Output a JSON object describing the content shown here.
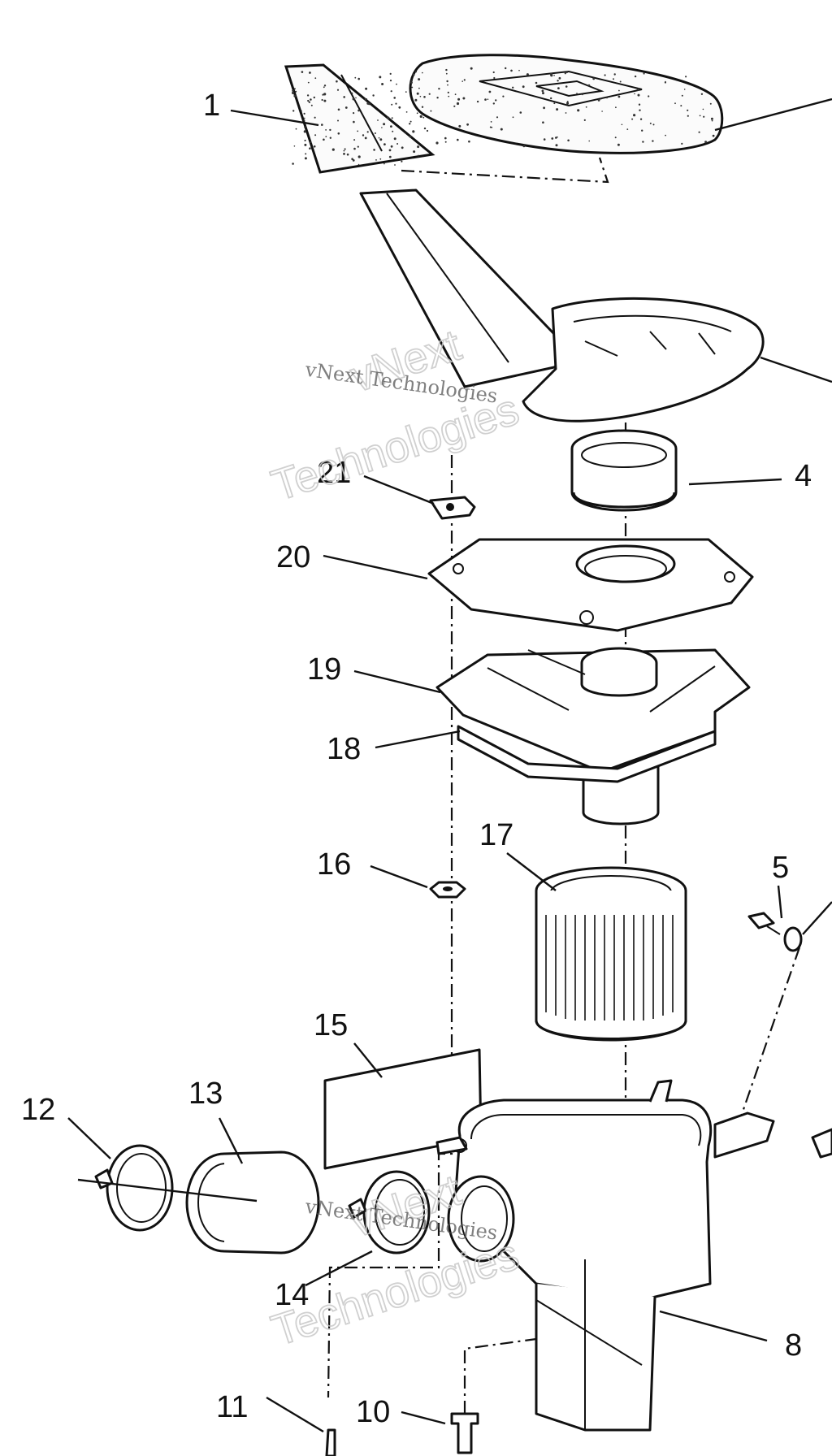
{
  "diagram": {
    "callouts": [
      {
        "id": "1",
        "label": "1"
      },
      {
        "id": "4",
        "label": "4"
      },
      {
        "id": "5",
        "label": "5"
      },
      {
        "id": "8",
        "label": "8"
      },
      {
        "id": "10",
        "label": "10"
      },
      {
        "id": "11",
        "label": "11"
      },
      {
        "id": "12",
        "label": "12"
      },
      {
        "id": "13",
        "label": "13"
      },
      {
        "id": "14",
        "label": "14"
      },
      {
        "id": "15",
        "label": "15"
      },
      {
        "id": "16",
        "label": "16"
      },
      {
        "id": "17",
        "label": "17"
      },
      {
        "id": "18",
        "label": "18"
      },
      {
        "id": "19",
        "label": "19"
      },
      {
        "id": "20",
        "label": "20"
      },
      {
        "id": "21",
        "label": "21"
      }
    ],
    "watermark": {
      "line1": "vNext Technologies",
      "big_top": "vNext",
      "big_bottom": "Technologies"
    }
  }
}
